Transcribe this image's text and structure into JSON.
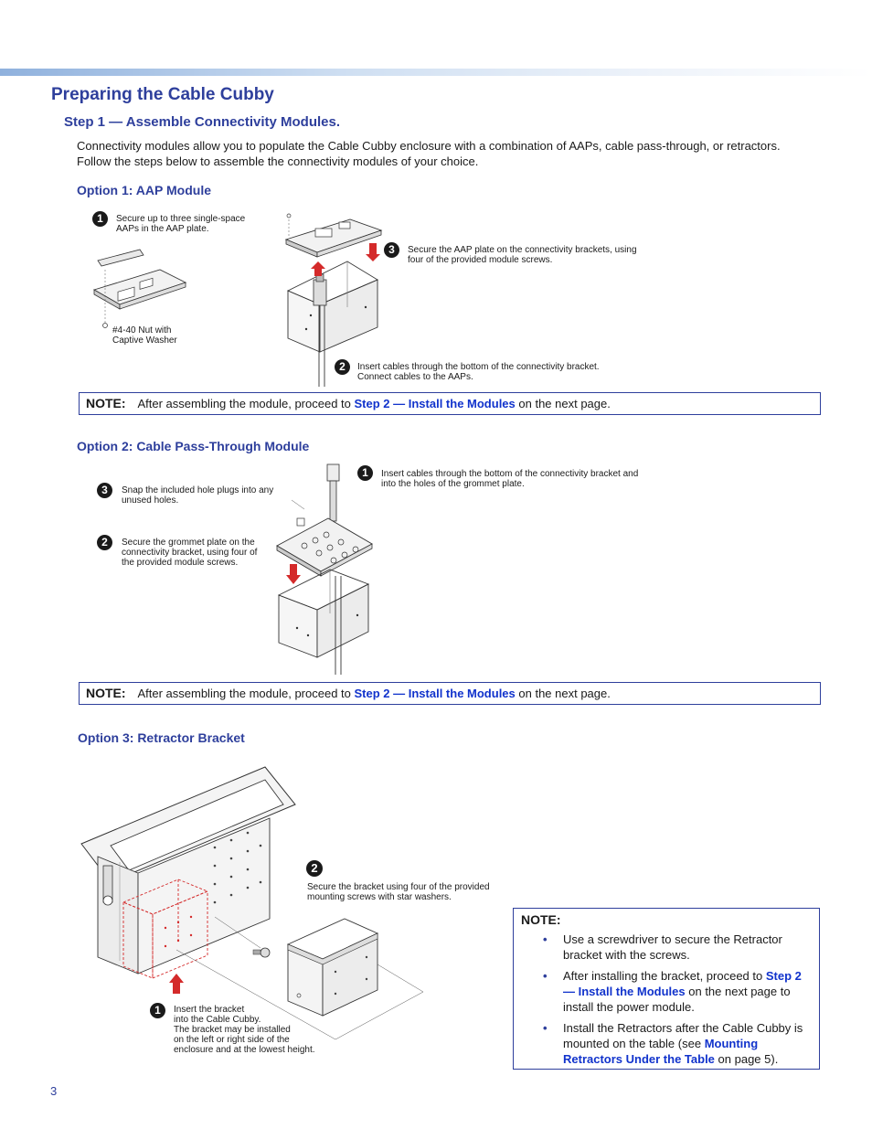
{
  "page": {
    "title": "Preparing the Cable Cubby",
    "step_heading": "Step 1 — Assemble Connectivity Modules.",
    "intro": "Connectivity modules allow you to populate the Cable Cubby enclosure with a combination of AAPs, cable pass-through, or retractors. Follow the steps below to assemble the connectivity modules of your choice.",
    "page_number": "3"
  },
  "option1": {
    "heading": "Option 1: AAP Module",
    "steps": [
      {
        "num": "1",
        "text": "Secure up to three single-space AAPs in the AAP plate."
      },
      {
        "num": "3",
        "text": "Secure the AAP plate on the connectivity brackets, using four of the provided module screws."
      },
      {
        "num": "2",
        "text": "Insert cables through the bottom of the connectivity bracket. Connect cables to the AAPs."
      }
    ],
    "nut_label_1": "#4-40 Nut with",
    "nut_label_2": "Captive Washer"
  },
  "note1": {
    "label": "NOTE:",
    "before": "After assembling the module, proceed to",
    "link": "Step 2 — Install the Modules",
    "after": "on the next page."
  },
  "option2": {
    "heading": "Option 2: Cable Pass-Through Module",
    "steps": [
      {
        "num": "3",
        "text": "Snap the included hole plugs into any unused holes."
      },
      {
        "num": "2",
        "text": "Secure the grommet plate on the connectivity bracket, using four of the provided module screws."
      },
      {
        "num": "1",
        "text": "Insert cables through the bottom of the connectivity bracket and into the holes of the grommet plate."
      }
    ]
  },
  "note2": {
    "label": "NOTE:",
    "before": "After assembling the module, proceed to",
    "link": "Step 2 — Install the Modules",
    "after": "on the next page."
  },
  "option3": {
    "heading": "Option 3: Retractor Bracket",
    "steps": [
      {
        "num": "2",
        "text": "Secure the bracket using four of the provided mounting screws with star washers."
      },
      {
        "num": "1",
        "line1": "Insert the bracket",
        "line2": "into the Cable Cubby.",
        "line3": "The bracket may be installed",
        "line4": "on the left or right side of the",
        "line5": "enclosure and at the lowest height."
      }
    ]
  },
  "note3": {
    "label": "NOTE:",
    "bullet1": "Use a screwdriver to secure the Retractor bracket with the screws.",
    "bullet2_before": "After installing the bracket, proceed to",
    "bullet2_link": "Step 2 — Install the Modules",
    "bullet2_after": "on the next page to install the power module.",
    "bullet3_before": "Install the Retractors after the Cable Cubby is mounted on the table (see",
    "bullet3_link": "Mounting Retractors Under the Table",
    "bullet3_after": "on page 5)."
  },
  "colors": {
    "heading": "#2e3f9c",
    "link": "#1133cc",
    "arrow": "#d42a2a"
  }
}
